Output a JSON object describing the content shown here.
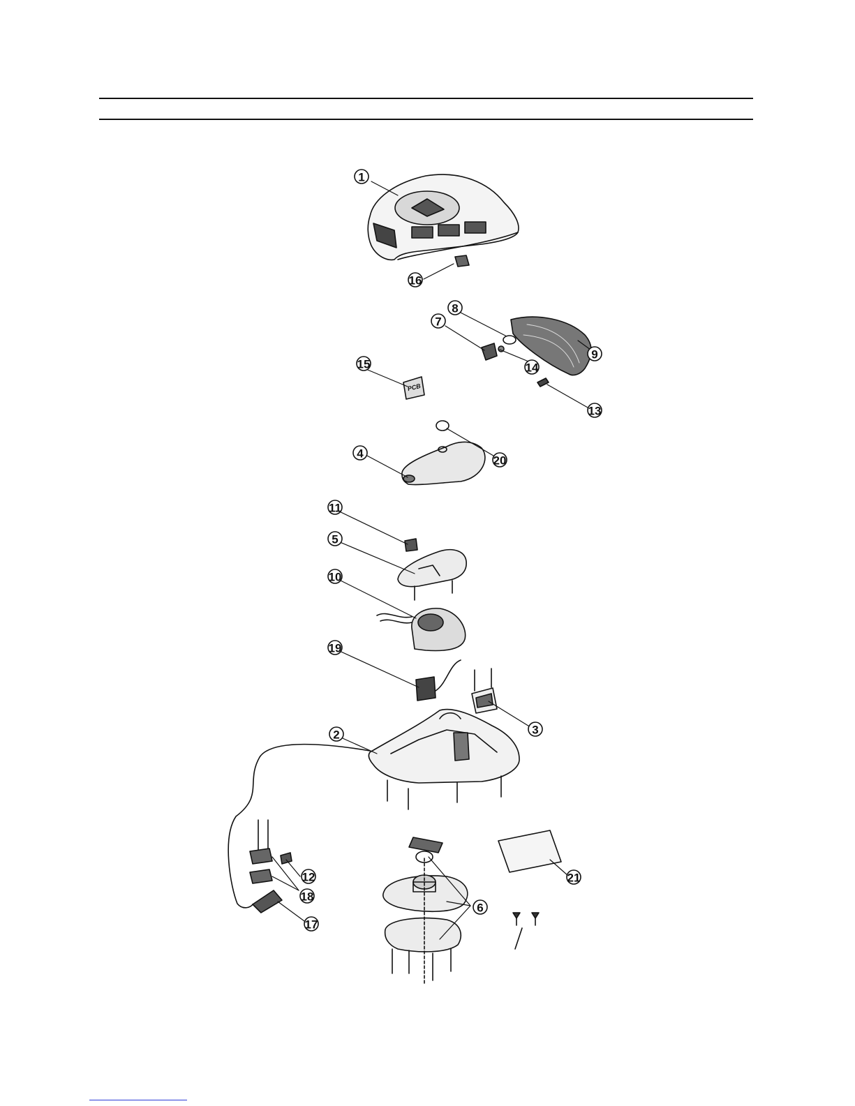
{
  "document": {
    "header_rules": 2,
    "footer_link_color": "#2b3ad6"
  },
  "diagram": {
    "type": "exploded-parts-view",
    "callouts": [
      "1",
      "2",
      "3",
      "4",
      "5",
      "6",
      "7",
      "8",
      "9",
      "10",
      "11",
      "12",
      "13",
      "14",
      "15",
      "16",
      "17",
      "18",
      "19",
      "20",
      "21"
    ],
    "part_marks": {
      "pcb_label": "PCB"
    }
  }
}
